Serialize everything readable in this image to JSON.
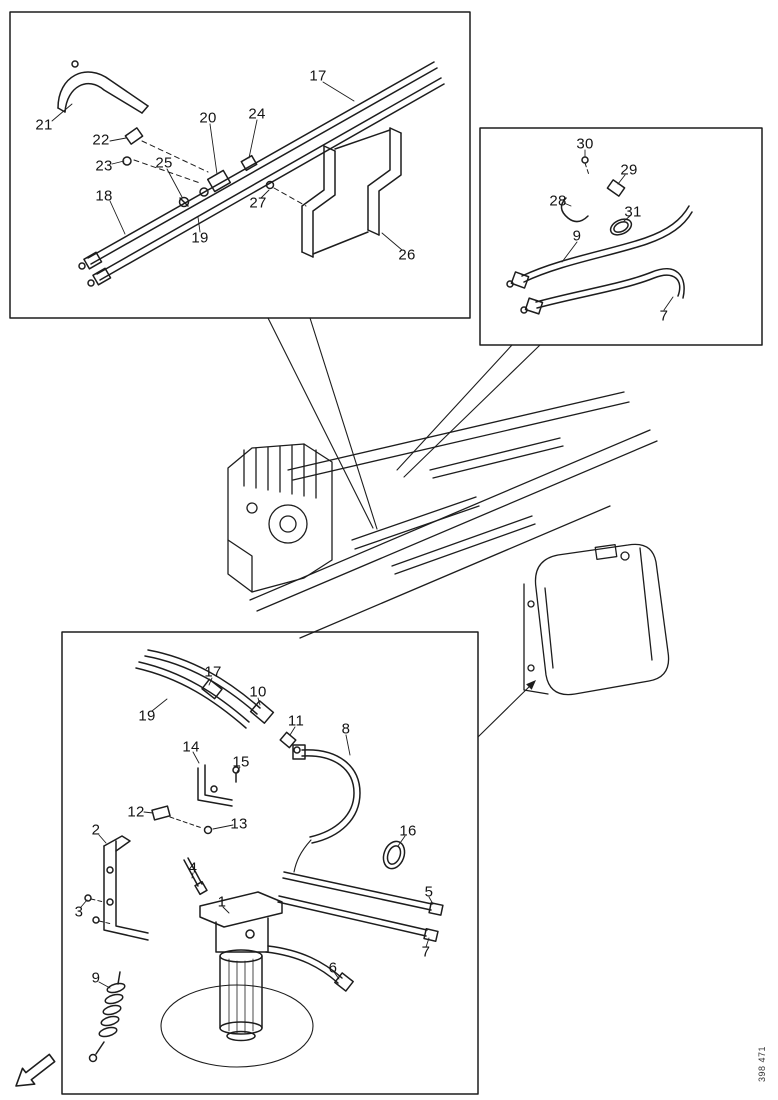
{
  "colors": {
    "line_art": "#1d1d1d",
    "background": "#ffffff"
  },
  "figure": {
    "doc_number": "398 471"
  },
  "insets": {
    "top_left": {
      "callouts": [
        "21",
        "22",
        "23",
        "17",
        "20",
        "24",
        "25",
        "18",
        "19",
        "27",
        "26"
      ]
    },
    "top_right": {
      "callouts": [
        "30",
        "29",
        "28",
        "31",
        "9",
        "7"
      ]
    },
    "bottom_left": {
      "callouts": [
        "17",
        "19",
        "10",
        "11",
        "8",
        "14",
        "15",
        "12",
        "13",
        "2",
        "4",
        "16",
        "3",
        "1",
        "5",
        "9",
        "6",
        "7"
      ]
    }
  }
}
